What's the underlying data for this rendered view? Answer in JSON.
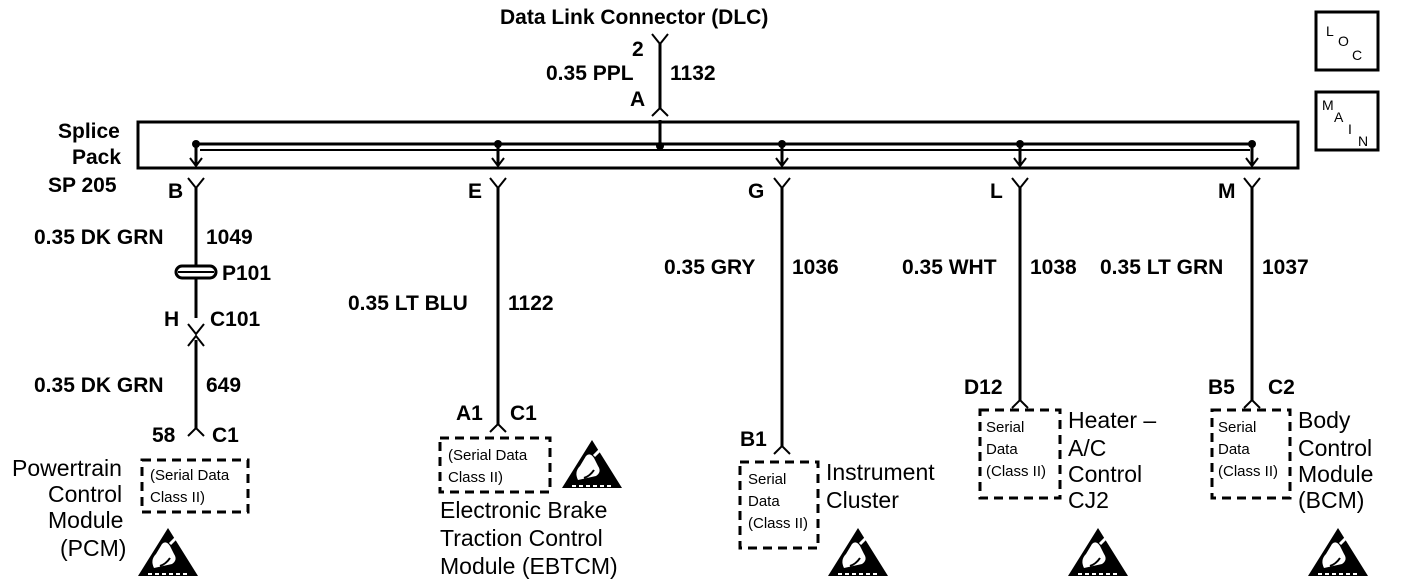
{
  "dlc": {
    "title": "Data Link Connector (DLC)",
    "pin_top": "2",
    "wire_gauge_color": "0.35 PPL",
    "circuit": "1132",
    "pin_bottom": "A"
  },
  "splice": {
    "line1": "Splice",
    "line2": "Pack",
    "line3": "SP 205"
  },
  "loc_box": {
    "l": "L",
    "o": "O",
    "c": "C"
  },
  "main_box": {
    "m": "M",
    "a": "A",
    "i": "I",
    "n": "N"
  },
  "pcm": {
    "splice_pin": "B",
    "wire1": "0.35 DK GRN",
    "circuit1": "1049",
    "splice_label": "P101",
    "conn_pin": "H",
    "conn": "C101",
    "wire2": "0.35 DK GRN",
    "circuit2": "649",
    "term_pin": "58",
    "term_conn": "C1",
    "serial": "(Serial Data",
    "serial2": "Class II)",
    "name1": "Powertrain",
    "name2": "Control",
    "name3": "Module",
    "name4": "(PCM)"
  },
  "ebtcm": {
    "splice_pin": "E",
    "wire": "0.35 LT BLU",
    "circuit": "1122",
    "term_pin": "A1",
    "term_conn": "C1",
    "serial": "(Serial Data",
    "serial2": "Class II)",
    "name1": "Electronic Brake",
    "name2": "Traction Control",
    "name3": "Module (EBTCM)"
  },
  "ic": {
    "splice_pin": "G",
    "wire": "0.35 GRY",
    "circuit": "1036",
    "term_pin": "B1",
    "serial1": "Serial",
    "serial2": "Data",
    "serial3": "(Class II)",
    "name1": "Instrument",
    "name2": "Cluster"
  },
  "hvac": {
    "splice_pin": "L",
    "wire": "0.35 WHT",
    "circuit": "1038",
    "term_pin": "D12",
    "serial1": "Serial",
    "serial2": "Data",
    "serial3": "(Class II)",
    "name1": "Heater –",
    "name2": "A/C",
    "name3": "Control",
    "name4": "CJ2"
  },
  "bcm": {
    "splice_pin": "M",
    "wire": "0.35 LT GRN",
    "circuit": "1037",
    "term_pin": "B5",
    "term_conn": "C2",
    "serial1": "Serial",
    "serial2": "Data",
    "serial3": "(Class II)",
    "name1": "Body",
    "name2": "Control",
    "name3": "Module",
    "name4": "(BCM)"
  }
}
